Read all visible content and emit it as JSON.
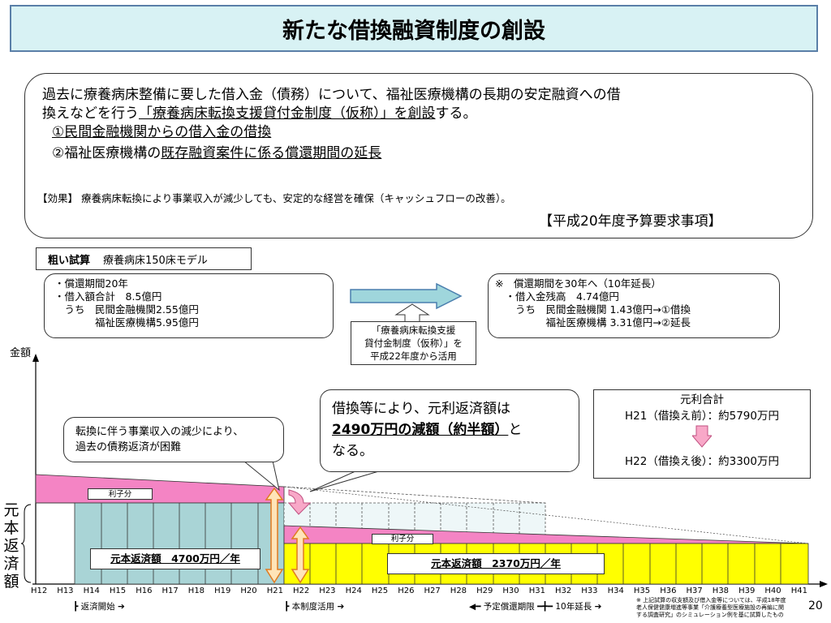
{
  "title": "新たな借換融資制度の創設",
  "summary": {
    "line1": "過去に療養病床整備に要した借入金（債務）について、福祉医療機構の長期の安定融資への借",
    "line2_pre": "換えなどを行う",
    "line2_underlined": "「療養病床転換支援貸付金制度（仮称）」を創設",
    "line2_post": "する。",
    "item1_underlined": "①民間金融機関からの借入金の借換",
    "item2_pre": "②福祉医療機構の",
    "item2_underlined": "既存融資案件に係る償還期間の延長",
    "effect": "【効果】 療養病床転換により事業収入が減少しても、安定的な経営を確保（キャッシュフローの改善）。",
    "budget": "【平成20年度予算要求事項】"
  },
  "estimate": {
    "label": "粗い試算",
    "model": "療養病床150床モデル"
  },
  "left_box": {
    "lines": [
      "・償還期間20年",
      "・借入額合計　8.5億円",
      "　うち　民間金融機関2.55億円",
      "　　　　福祉医療機構5.95億円"
    ]
  },
  "center_box": {
    "lines": [
      "「療養病床転換支援",
      "貸付金制度（仮称）」を",
      "平成22年度から活用"
    ]
  },
  "right_box": {
    "lines": [
      "※　償還期間を30年へ（10年延長）",
      "　・借入金残高　4.74億円",
      "　　うち　民間金融機関 1.43億円→①借換",
      "　　　　　福祉医療機構 3.31億円→②延長"
    ]
  },
  "axis_y_label": "金額",
  "callout_left": {
    "lines": [
      "転換に伴う事業収入の減少により、",
      "過去の債務返済が困難"
    ]
  },
  "callout_center": {
    "line1": "借換等により、元利返済額は",
    "bold_underlined": "2490万円の減額（約半額）",
    "after": "と",
    "line3": "なる。"
  },
  "totals_box": {
    "title": "元利合計",
    "before": "H21（借換え前）：約5790万円",
    "after": "H22（借換え後）：約3300万円"
  },
  "interest_label_1": "利子分",
  "interest_label_2": "利子分",
  "principal_before": "元本返済額　4700万円／年",
  "principal_after": "元本返済額　2370万円／年",
  "vertical_label": [
    "元",
    "本",
    "返",
    "済",
    "額"
  ],
  "x_ticks": [
    "H12",
    "H13",
    "H14",
    "H15",
    "H16",
    "H17",
    "H18",
    "H19",
    "H20",
    "H21",
    "H22",
    "H23",
    "H24",
    "H25",
    "H26",
    "H27",
    "H28",
    "H29",
    "H30",
    "H31",
    "H32",
    "H33",
    "H34",
    "H35",
    "H36",
    "H37",
    "H38",
    "H39",
    "H40",
    "H41"
  ],
  "bottom_labels": {
    "start": "返済開始",
    "system": "本制度活用",
    "planned": "予定償還期限",
    "extension": "10年延長"
  },
  "footnote": {
    "lines": [
      "※ 上記試算の収支額及び借入金等については、平成18年度",
      "老人保健健康増進等事業「介護療養型医療施設の再編に関",
      "する調査研究」のシミュレーション例を基に試算したもの"
    ]
  },
  "page_number": "20",
  "colors": {
    "pink": "#f484c4",
    "teal": "#a9d4d6",
    "yellow": "#ffff00",
    "title_bg": "#d8f2f4",
    "arrow": "#9fd6dc",
    "salmon": "#f8a8c8"
  }
}
